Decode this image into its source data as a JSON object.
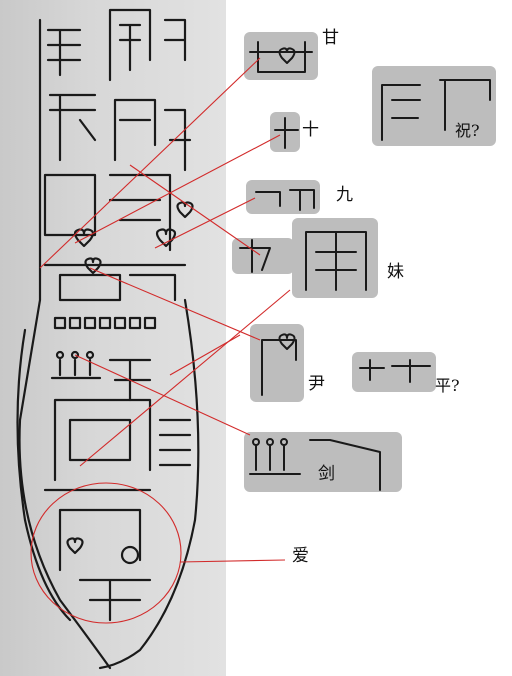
{
  "labels": {
    "gan": "甘",
    "shi": "十",
    "jiu": "九",
    "mei": "妹",
    "zhu": "祝?",
    "yin": "尹",
    "ping": "平?",
    "jian": "剑",
    "ai": "爱"
  },
  "colors": {
    "annotation_line": "#d22b2b",
    "ink": "#1a1a1a",
    "fragment_fill": "#bdbdbd"
  }
}
